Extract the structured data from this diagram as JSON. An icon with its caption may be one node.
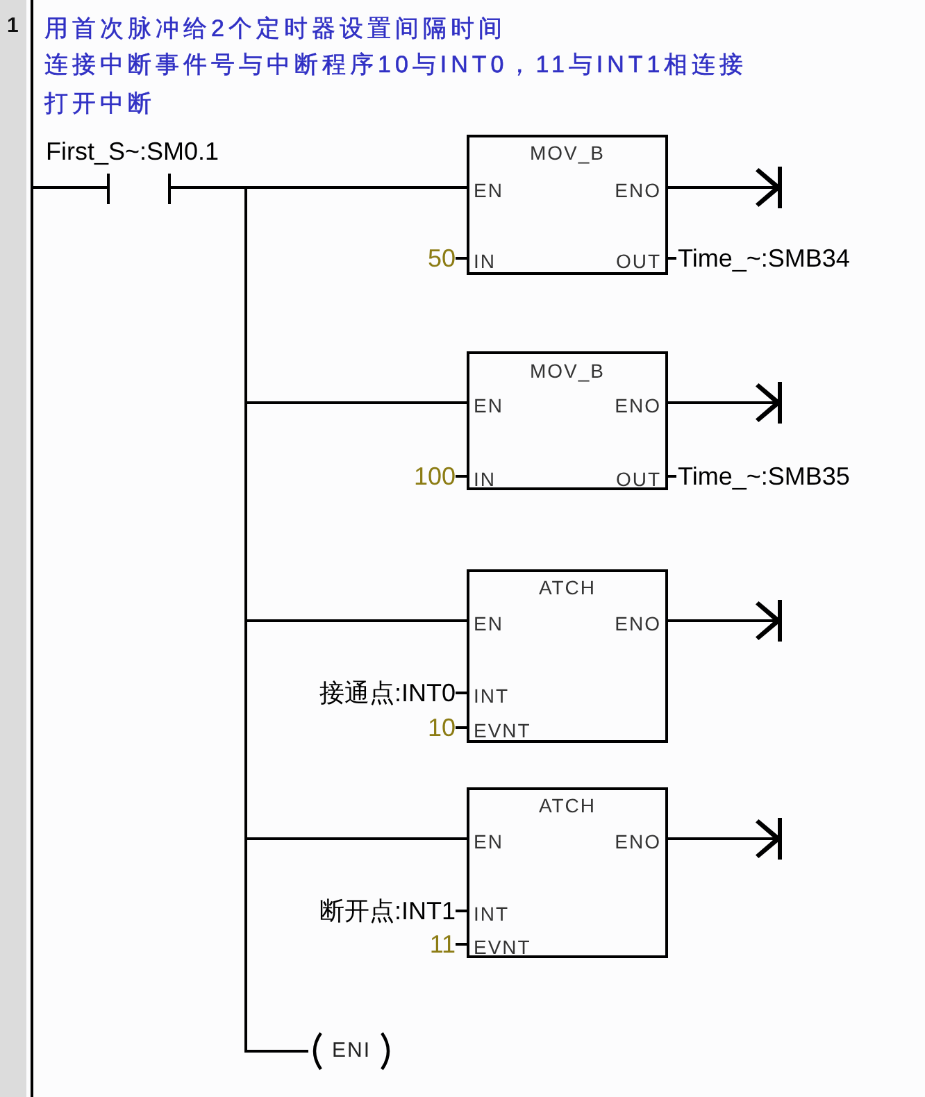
{
  "diagram": {
    "nodes": [
      {
        "text": [],
        "shape": "bar"
      },
      {
        "text": [
          "First_S~:SM0.1"
        ]
      },
      {
        "text": [
          "MOV_B",
          "EN",
          "ENO",
          "IN",
          "OUT"
        ],
        "beside": [
          "50",
          "Time_~:SMB34"
        ]
      },
      {
        "text": [
          "MOV_B",
          "EN",
          "ENO",
          "IN",
          "OUT"
        ],
        "beside": [
          "100",
          "Time_~:SMB35"
        ]
      },
      {
        "text": [
          "ATCH",
          "EN",
          "ENO",
          "INT",
          "EVNT"
        ],
        "beside": [
          "接通点:INT0",
          "10"
        ]
      },
      {
        "text": [
          "ATCH",
          "EN",
          "ENO",
          "INT",
          "EVNT"
        ],
        "beside": [
          "断开点:INT1",
          "11"
        ]
      },
      {
        "text": [
          "ENI"
        ]
      }
    ],
    "edges": [
      {
        "from": 0,
        "to": 1,
        "arrow": "none"
      },
      {
        "from": 1,
        "to": 2,
        "arrow": "none"
      },
      {
        "from": 1,
        "to": 3,
        "arrow": "none"
      },
      {
        "from": 1,
        "to": 4,
        "arrow": "none"
      },
      {
        "from": 1,
        "to": 5,
        "arrow": "none"
      },
      {
        "from": 1,
        "to": 6,
        "arrow": "none"
      },
      {
        "from": 2,
        "to": null,
        "arrow": "to"
      },
      {
        "from": 3,
        "to": null,
        "arrow": "to"
      },
      {
        "from": 4,
        "to": null,
        "arrow": "to"
      },
      {
        "from": 5,
        "to": null,
        "arrow": "to"
      }
    ],
    "labels": [
      "1",
      "用首次脉冲给2个定时器设置间隔时间",
      "连接中断事件号与中断程序10与INT0，11与INT1相连接",
      "打开中断"
    ]
  }
}
